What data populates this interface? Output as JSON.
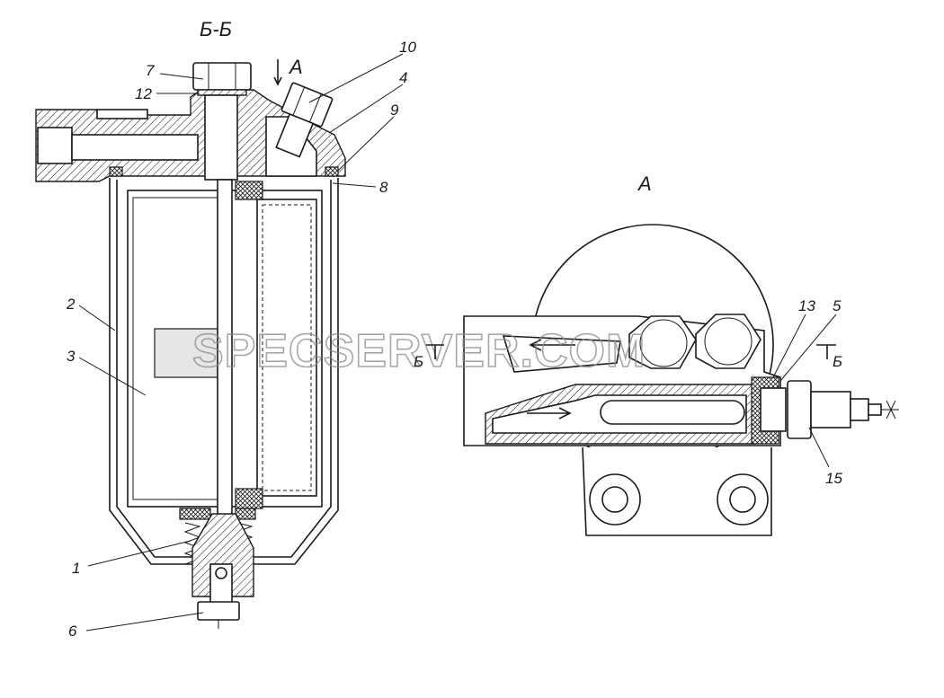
{
  "section_view": {
    "title": "Б-Б",
    "view_marker": "А",
    "callouts": [
      "7",
      "12",
      "10",
      "4",
      "9",
      "8",
      "2",
      "3",
      "1",
      "6"
    ]
  },
  "view_a": {
    "title": "А",
    "section_mark_left": "Б",
    "section_mark_right": "Б",
    "callouts": [
      "13",
      "5",
      "15"
    ]
  },
  "watermark": "SPECSERVER.COM",
  "colors": {
    "line": "#1a1a1a",
    "watermark": "#8a8a8a",
    "background": "#ffffff"
  }
}
